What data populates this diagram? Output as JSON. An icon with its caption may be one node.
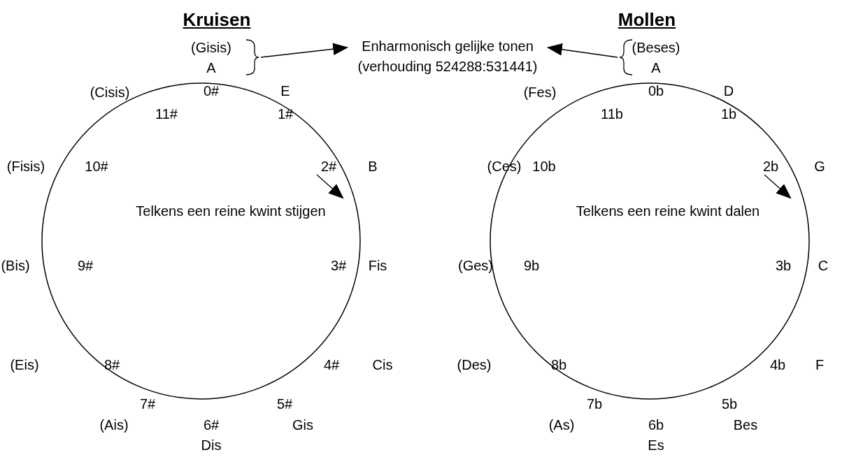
{
  "diagram": {
    "nodes": [
      {
        "text": [],
        "shape": "brace"
      },
      {
        "text": [
          "Enharmonisch gelijke tonen",
          "(verhouding 524288:531441)"
        ]
      },
      {
        "text": [],
        "shape": "brace"
      },
      {
        "text": [],
        "shape": "circle"
      },
      {
        "text": [],
        "shape": "circle"
      }
    ],
    "edges": [
      {
        "from": 0,
        "to": 1,
        "arrow": "to"
      },
      {
        "from": 2,
        "to": 1,
        "arrow": "to"
      }
    ],
    "labels": [
      "Kruisen",
      "Mollen",
      "(Gisis)",
      "(Beses)",
      "A",
      "A",
      "(Cisis)",
      "0#",
      "E",
      "(Fes)",
      "0b",
      "D",
      "11#",
      "1#",
      "11b",
      "1b",
      "(Fisis)",
      "10#",
      "2#",
      "B",
      "(Ces)",
      "10b",
      "2b",
      "G",
      "Telkens een reine kwint stijgen",
      "Telkens een reine kwint dalen",
      "(Bis)",
      "9#",
      "3#",
      "Fis",
      "(Ges)",
      "9b",
      "3b",
      "C",
      "(Eis)",
      "8#",
      "4#",
      "Cis",
      "(Des)",
      "8b",
      "4b",
      "F",
      "7#",
      "5#",
      "7b",
      "5b",
      "(Ais)",
      "6#",
      "Gis",
      "(As)",
      "6b",
      "Bes",
      "Dis",
      "Es"
    ]
  }
}
